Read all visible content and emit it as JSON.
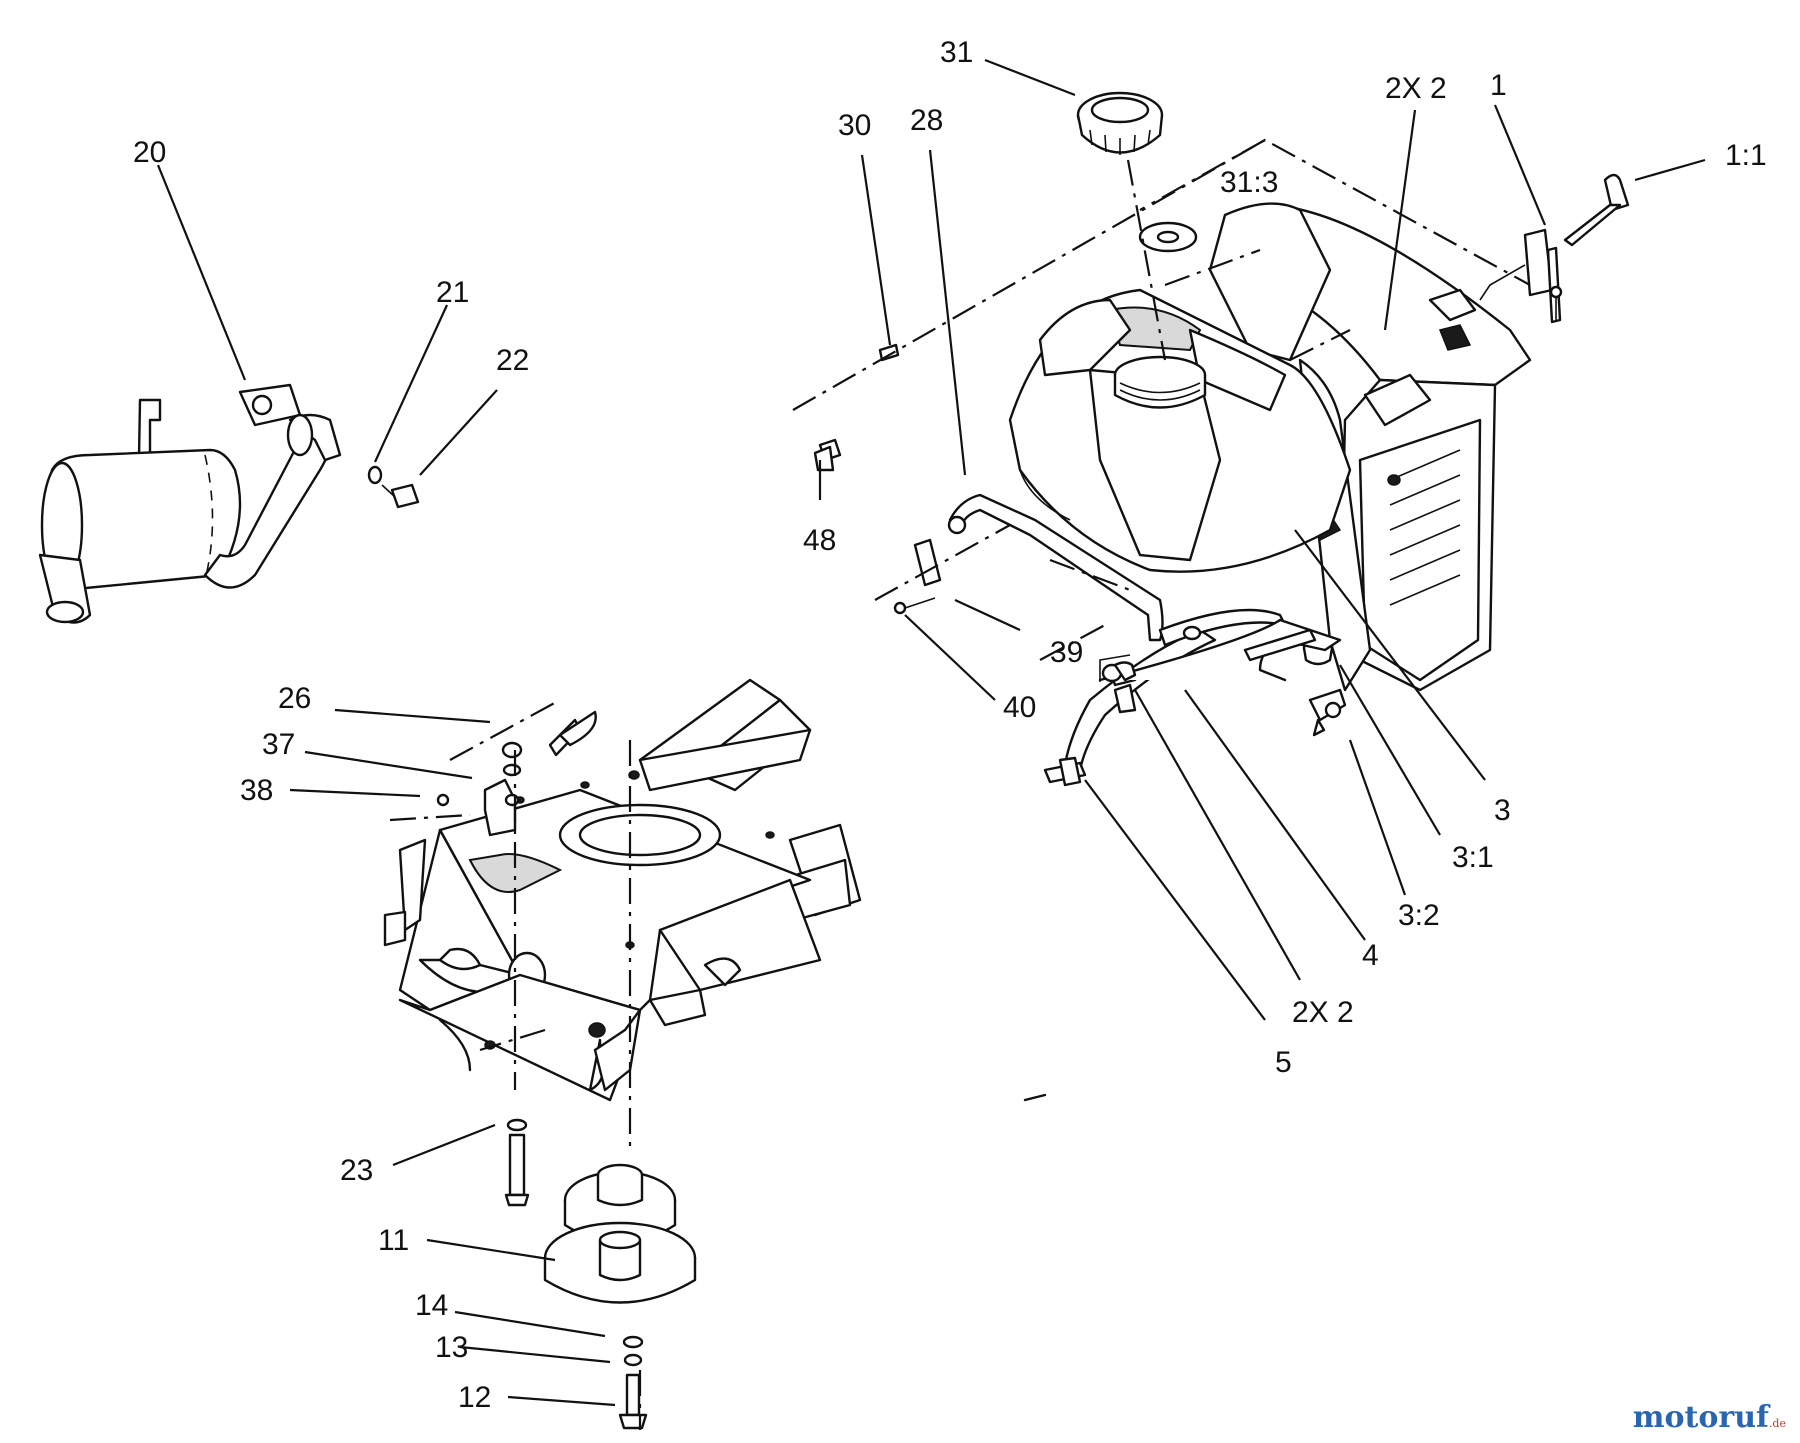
{
  "callouts": [
    {
      "id": "c31",
      "text": "31"
    },
    {
      "id": "c30",
      "text": "30"
    },
    {
      "id": "c28",
      "text": "28"
    },
    {
      "id": "c2x2a",
      "text": "2X 2"
    },
    {
      "id": "c1",
      "text": "1"
    },
    {
      "id": "c1_1",
      "text": "1:1"
    },
    {
      "id": "c31_3",
      "text": "31:3"
    },
    {
      "id": "c20",
      "text": "20"
    },
    {
      "id": "c21",
      "text": "21"
    },
    {
      "id": "c22",
      "text": "22"
    },
    {
      "id": "c48",
      "text": "48"
    },
    {
      "id": "c39",
      "text": "39"
    },
    {
      "id": "c40",
      "text": "40"
    },
    {
      "id": "c3",
      "text": "3"
    },
    {
      "id": "c3_1",
      "text": "3:1"
    },
    {
      "id": "c3_2",
      "text": "3:2"
    },
    {
      "id": "c4",
      "text": "4"
    },
    {
      "id": "c2x2b",
      "text": "2X 2"
    },
    {
      "id": "c5",
      "text": "5"
    },
    {
      "id": "c26",
      "text": "26"
    },
    {
      "id": "c37",
      "text": "37"
    },
    {
      "id": "c38",
      "text": "38"
    },
    {
      "id": "c23",
      "text": "23"
    },
    {
      "id": "c11",
      "text": "11"
    },
    {
      "id": "c14",
      "text": "14"
    },
    {
      "id": "c13",
      "text": "13"
    },
    {
      "id": "c12",
      "text": "12"
    }
  ],
  "watermark": {
    "brand": "motoruf",
    "suffix": ".de"
  }
}
